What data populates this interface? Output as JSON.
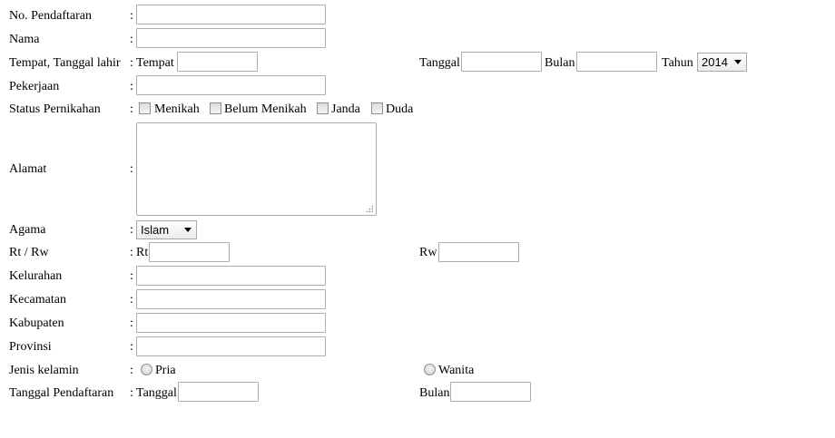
{
  "form": {
    "no_pendaftaran": {
      "label": "No. Pendaftaran",
      "colon": ":",
      "value": ""
    },
    "nama": {
      "label": "Nama",
      "colon": ":",
      "value": ""
    },
    "ttl": {
      "label": "Tempat, Tanggal lahir",
      "colon": ":",
      "tempat_label": "Tempat",
      "tanggal_label": "Tanggal",
      "bulan_label": "Bulan",
      "tahun_label": "Tahun",
      "tahun_value": "2014"
    },
    "pekerjaan": {
      "label": "Pekerjaan",
      "colon": ":",
      "value": ""
    },
    "status": {
      "label": "Status Pernikahan",
      "colon": ":",
      "options": [
        {
          "label": "Menikah",
          "checked": false
        },
        {
          "label": "Belum Menikah",
          "checked": false
        },
        {
          "label": "Janda",
          "checked": false
        },
        {
          "label": "Duda",
          "checked": false
        }
      ]
    },
    "alamat": {
      "label": "Alamat",
      "colon": ":",
      "value": ""
    },
    "agama": {
      "label": "Agama",
      "colon": ":",
      "selected": "Islam"
    },
    "rtrw": {
      "label": "Rt / Rw",
      "colon": ":",
      "rt_label": "Rt",
      "rw_label": "Rw"
    },
    "kelurahan": {
      "label": "Kelurahan",
      "colon": ":",
      "value": ""
    },
    "kecamatan": {
      "label": "Kecamatan",
      "colon": ":",
      "value": ""
    },
    "kabupaten": {
      "label": "Kabupaten",
      "colon": ":",
      "value": ""
    },
    "provinsi": {
      "label": "Provinsi",
      "colon": ":",
      "value": ""
    },
    "jenis_kelamin": {
      "label": "Jenis kelamin",
      "colon": ":",
      "pria_label": "Pria",
      "wanita_label": "Wanita",
      "selected": ""
    },
    "tgl_daftar": {
      "label": "Tanggal Pendaftaran",
      "colon": ":",
      "tanggal_label": "Tanggal",
      "bulan_label": "Bulan"
    }
  }
}
